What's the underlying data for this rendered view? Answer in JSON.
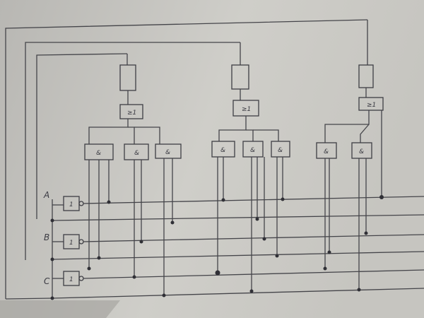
{
  "diagram": {
    "inputs": [
      {
        "label": "A",
        "not_gate_symbol": "1"
      },
      {
        "label": "B",
        "not_gate_symbol": "1"
      },
      {
        "label": "C",
        "not_gate_symbol": "1"
      }
    ],
    "or_gate_symbol": "≥1",
    "and_gate_symbol": "&",
    "colors": {
      "paper": "#c9c8c3",
      "ink": "#45454a",
      "shadow": "#8f8d89"
    }
  }
}
